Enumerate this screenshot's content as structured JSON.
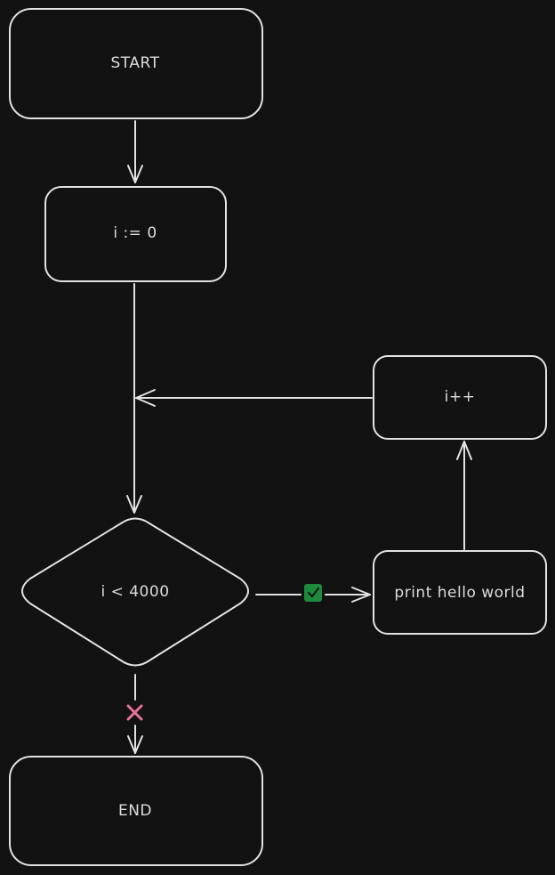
{
  "nodes": {
    "start": {
      "label": "START"
    },
    "init": {
      "label": "i := 0"
    },
    "condition": {
      "label": "i < 4000"
    },
    "increment": {
      "label": "i++"
    },
    "print": {
      "label": "print hello world"
    },
    "end": {
      "label": "END"
    }
  },
  "edges": {
    "condition_true": {
      "marker": "check-icon",
      "color": "#1e8a3e"
    },
    "condition_false": {
      "marker": "cross-icon",
      "color": "#e8739a"
    }
  },
  "colors": {
    "background": "#121212",
    "stroke": "#e2e2e2",
    "text": "#dcdcdc"
  }
}
